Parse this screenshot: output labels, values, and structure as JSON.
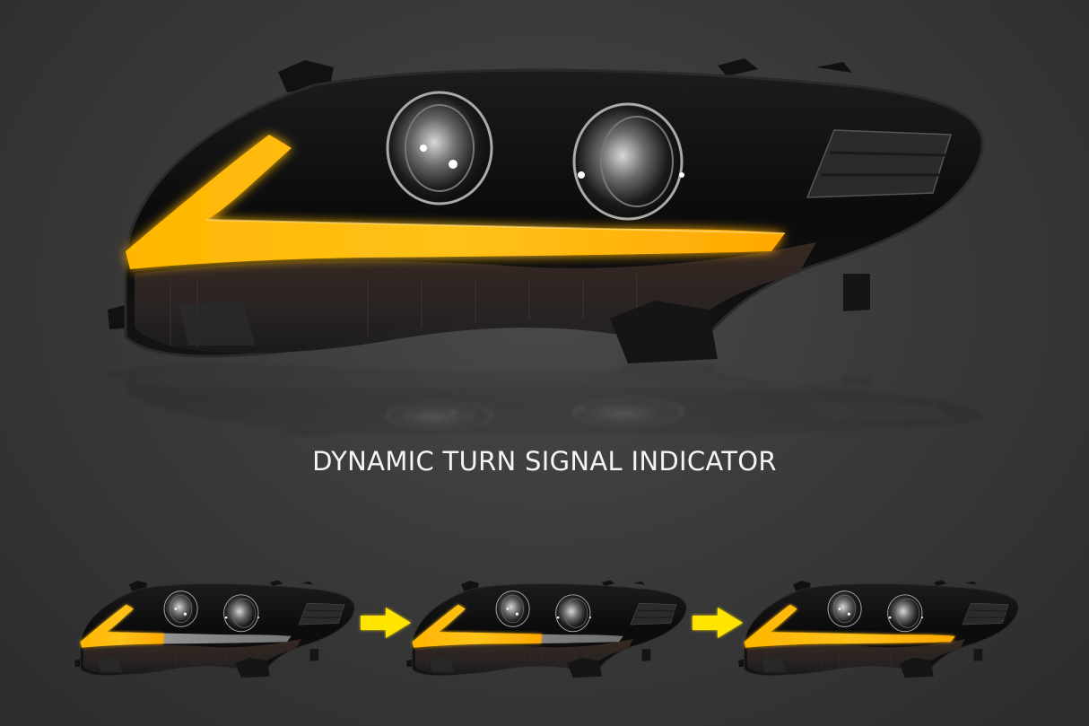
{
  "caption": {
    "text": "DYNAMIC TURN SIGNAL INDICATOR"
  },
  "colors": {
    "background": "#3a3a3a",
    "signal_amber": "#ffb300",
    "signal_core": "#ffc928",
    "arrow_yellow": "#ffe400",
    "caption_text": "#f4f4f4"
  },
  "hero": {
    "label": "headlight-main",
    "signal_state": "full"
  },
  "sequence": {
    "frames": [
      {
        "label": "frame-1",
        "signal_progress": "partial-short"
      },
      {
        "label": "frame-2",
        "signal_progress": "partial-long"
      },
      {
        "label": "frame-3",
        "signal_progress": "full"
      }
    ],
    "arrows": [
      {
        "icon": "arrow-right-icon"
      },
      {
        "icon": "arrow-right-icon"
      }
    ]
  }
}
